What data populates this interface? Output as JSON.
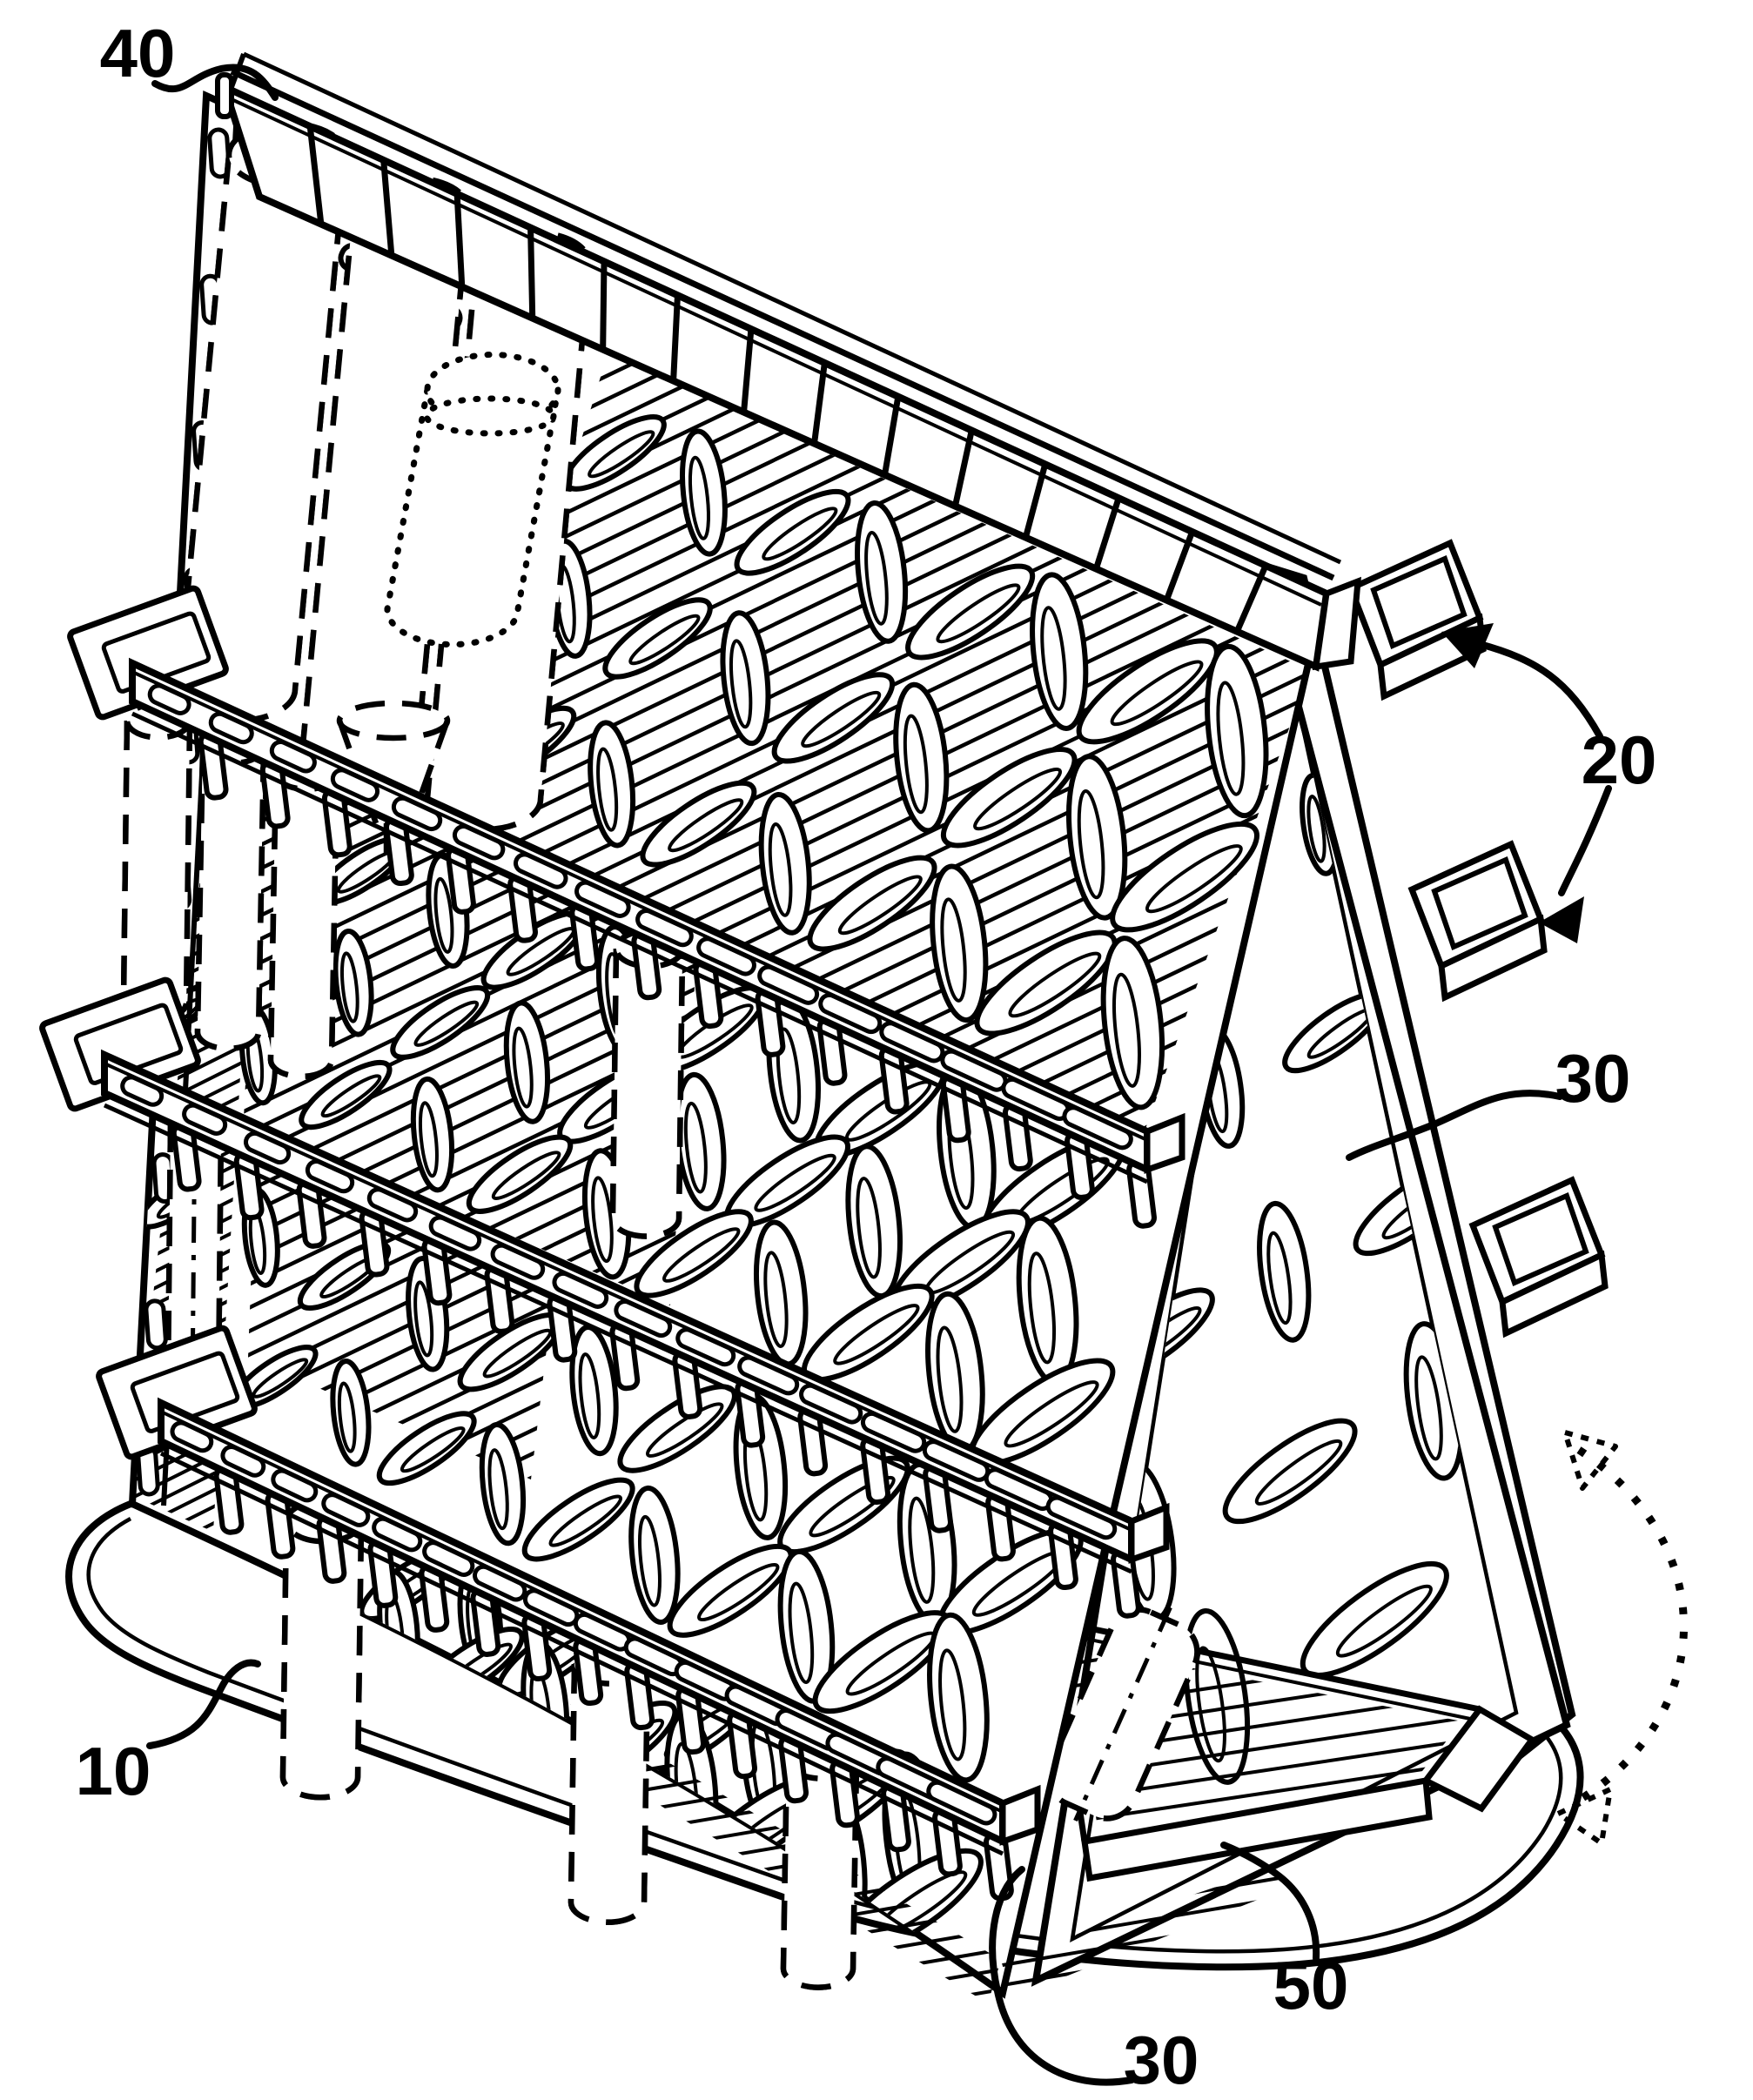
{
  "figure": {
    "kind": "patent-line-drawing",
    "paper_color": "#ffffff",
    "ink_color": "#000000",
    "reference_labels": [
      {
        "id": "40",
        "text": "40"
      },
      {
        "id": "20",
        "text": "20"
      },
      {
        "id": "30-side",
        "text": "30"
      },
      {
        "id": "10",
        "text": "10"
      },
      {
        "id": "50",
        "text": "50"
      },
      {
        "id": "30-front",
        "text": "30"
      }
    ]
  }
}
